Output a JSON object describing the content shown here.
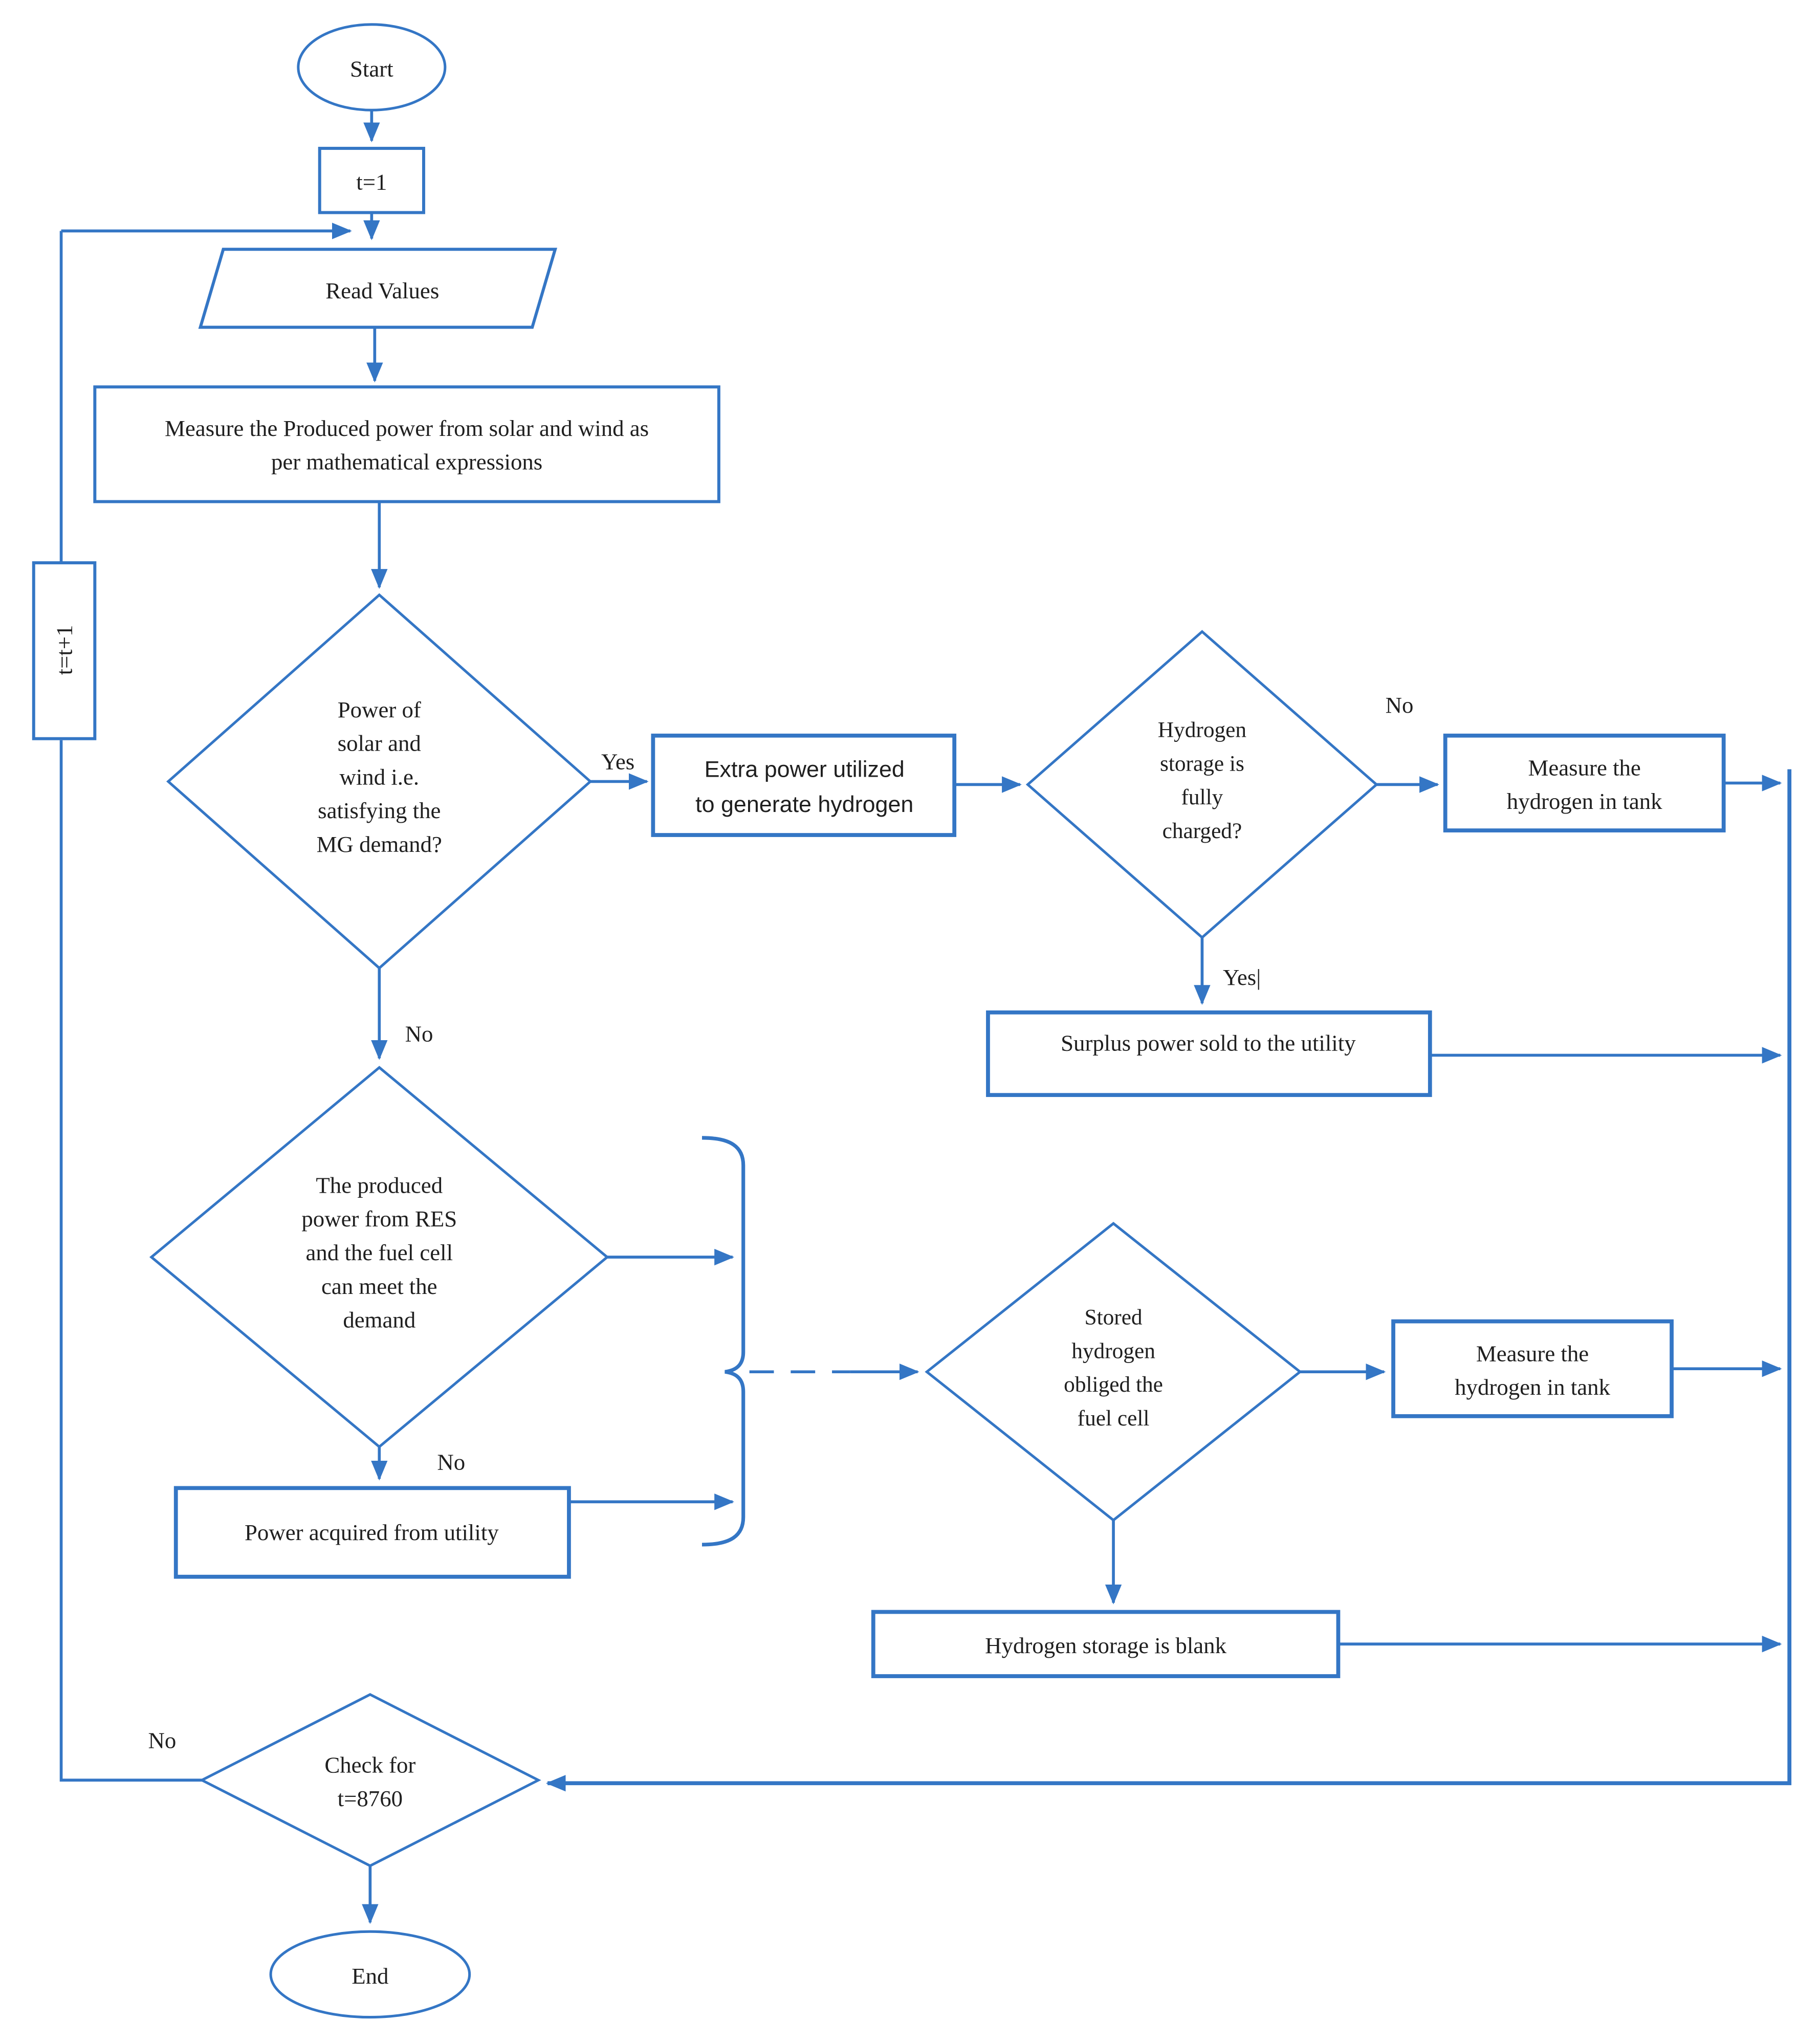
{
  "colors": {
    "line_blue": "#3476C5",
    "text_dark": "#1F1F1F",
    "background": "#FFFFFF"
  },
  "nodes": {
    "start": {
      "type": "terminator",
      "label": "Start"
    },
    "t_init": {
      "type": "process",
      "label": "t=1"
    },
    "read_values": {
      "type": "input-output",
      "label": "Read Values"
    },
    "measure_power": {
      "type": "process",
      "lines": [
        "Measure the Produced power from solar and wind as",
        "per mathematical expressions"
      ]
    },
    "mg_demand": {
      "type": "decision",
      "lines": [
        "Power of",
        "solar and",
        "wind i.e.",
        "satisfying the",
        "MG demand?"
      ]
    },
    "extra_power": {
      "type": "process",
      "lines": [
        "Extra power utilized",
        "to generate hydrogen"
      ]
    },
    "storage_full": {
      "type": "decision",
      "lines": [
        "Hydrogen",
        "storage is",
        "fully",
        "charged?"
      ]
    },
    "measure_tank_top": {
      "type": "process",
      "lines": [
        "Measure the",
        "hydrogen in tank"
      ]
    },
    "surplus_power": {
      "type": "process",
      "label": "Surplus power sold to the utility"
    },
    "res_meet_demand": {
      "type": "decision",
      "lines": [
        "The produced",
        "power from RES",
        "and the fuel cell",
        "can meet the",
        "demand"
      ]
    },
    "power_from_utility": {
      "type": "process",
      "label": "Power acquired from utility"
    },
    "stored_hydrogen": {
      "type": "decision",
      "lines": [
        "Stored",
        "hydrogen",
        "obliged the",
        "fuel cell"
      ]
    },
    "measure_tank_bottom": {
      "type": "process",
      "lines": [
        "Measure the",
        "hydrogen in tank"
      ]
    },
    "storage_blank": {
      "type": "process",
      "label": "Hydrogen storage is blank"
    },
    "check_t": {
      "type": "decision",
      "lines": [
        "Check for",
        "t=8760"
      ]
    },
    "end": {
      "type": "terminator",
      "label": "End"
    },
    "t_increment": {
      "type": "process",
      "label": "t=t+1"
    }
  },
  "edge_labels": {
    "mg_demand_yes": "Yes",
    "mg_demand_no": "No",
    "storage_full_no": "No",
    "storage_full_yes": "Yes|",
    "res_meet_no": "No",
    "check_no": "No"
  }
}
